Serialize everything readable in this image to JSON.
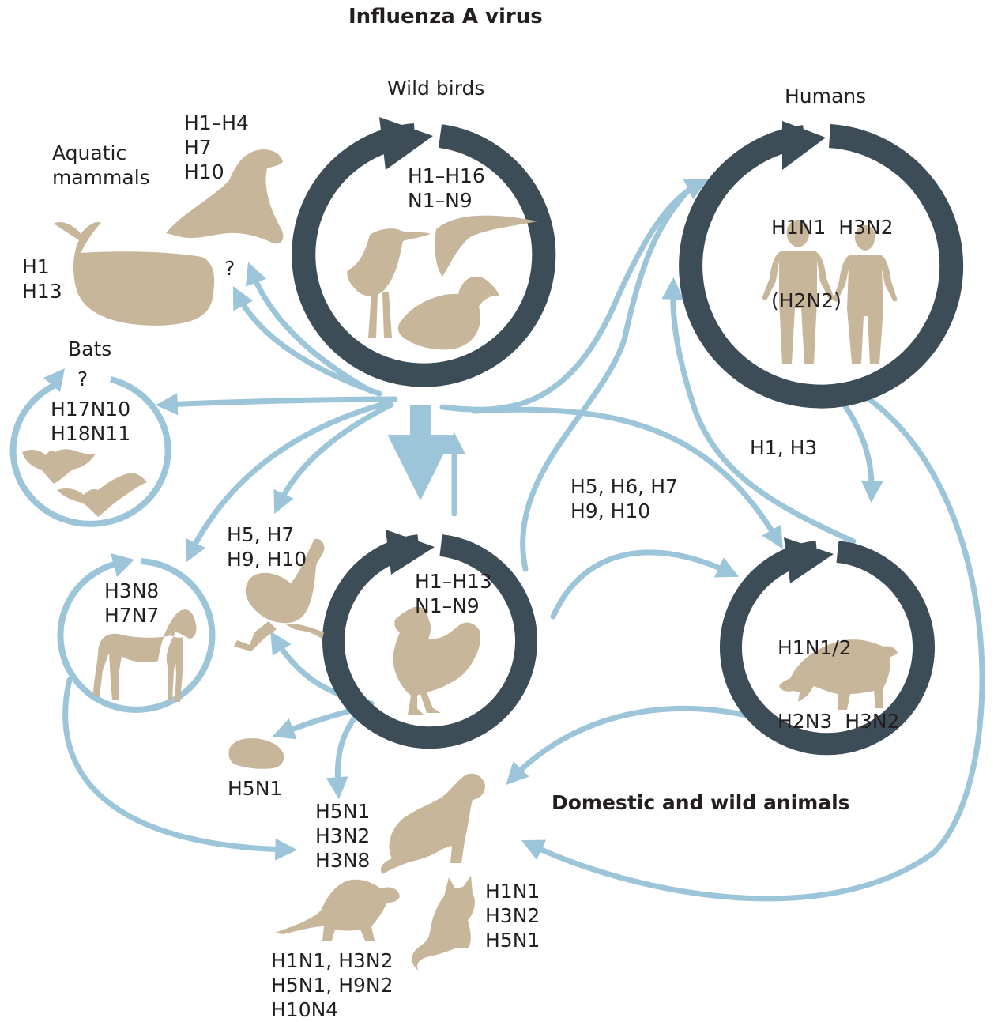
{
  "title": "Influenza A virus",
  "colors": {
    "host_ring": "#3c4d58",
    "secondary_ring": "#9cc5da",
    "arrow": "#9cc5da",
    "silhouette": "#c8b69b",
    "text": "#231f20"
  },
  "hosts": {
    "wild_birds": {
      "label": "Wild birds",
      "subtypes": [
        "H1–H16",
        "N1–N9"
      ],
      "icon": "birds-silhouette"
    },
    "humans": {
      "label": "Humans",
      "subtypes": [
        "H1N1  H3N2",
        "(H2N2)"
      ],
      "icon": "humans-silhouette"
    },
    "aquatic_mammals": {
      "label": "Aquatic\nmammals",
      "seal_subtypes": [
        "H1–H4",
        "H7",
        "H10"
      ],
      "whale_subtypes": [
        "H1",
        "H13"
      ],
      "mark": "?"
    },
    "bats": {
      "label": "Bats",
      "mark": "?",
      "subtypes": [
        "H17N10",
        "H18N11"
      ],
      "icon": "bats-silhouette"
    },
    "horses": {
      "subtypes": [
        "H3N8",
        "H7N7"
      ],
      "icon": "horse-silhouette"
    },
    "ostrich": {
      "subtypes": [
        "H5, H7",
        "H9, H10"
      ],
      "icon": "ostrich-silhouette"
    },
    "poultry": {
      "subtypes": [
        "H1–H13",
        "N1–N9"
      ],
      "icon": "chicken-silhouette"
    },
    "pigs": {
      "subtypes": [
        "H1N1/2",
        "H2N3  H3N2"
      ],
      "icon": "pig-silhouette"
    },
    "guinea_pig": {
      "subtypes": [
        "H5N1"
      ],
      "icon": "guinea-pig-silhouette"
    },
    "dog": {
      "subtypes": [
        "H5N1",
        "H3N2",
        "H3N8"
      ],
      "icon": "dog-silhouette"
    },
    "cat": {
      "subtypes": [
        "H1N1",
        "H3N2",
        "H5N1"
      ],
      "icon": "cat-silhouette"
    },
    "ferret": {
      "subtypes": [
        "H1N1, H3N2",
        "H5N1, H9N2",
        "H10N4"
      ],
      "icon": "ferret-silhouette"
    }
  },
  "transmission_labels": {
    "birds_to_humans": [
      "H5, H6, H7",
      "H9, H10"
    ],
    "humans_to_pigs": "H1, H3"
  },
  "group_label": "Domestic and wild animals"
}
